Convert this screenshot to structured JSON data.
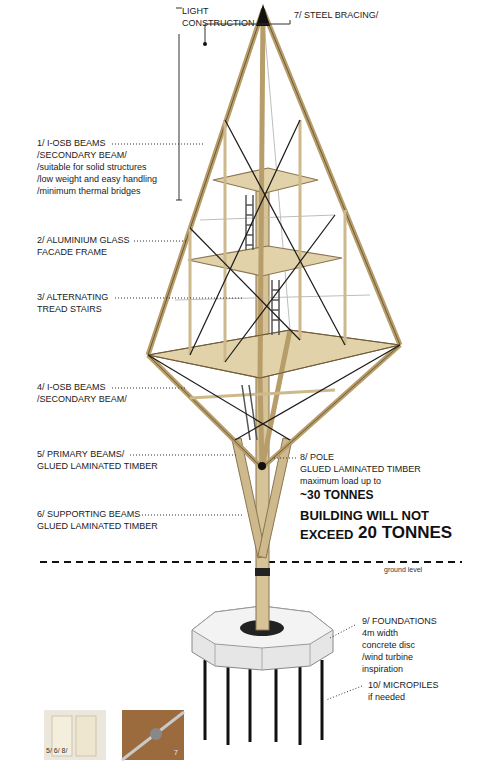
{
  "diagram": {
    "labels": [
      "LIGHT",
      "CONSTRUCTION",
      "7/ STEEL BRACING/",
      "1/ I-OSB BEAMS",
      "/SECONDARY BEAM/",
      "/suitable for solid structures",
      "/low weight and easy handling",
      "/minimum thermal bridges",
      "2/ ALUMINIUM GLASS",
      "FACADE FRAME",
      "3/ ALTERNATING",
      "TREAD STAIRS",
      "4/ I-OSB BEAMS",
      "/SECONDARY BEAM/",
      "5/ PRIMARY BEAMS/",
      "GLUED LAMINATED TIMBER",
      "6/ SUPPORTING BEAMS",
      "GLUED LAMINATED TIMBER",
      "8/ POLE",
      "GLUED LAMINATED TIMBER",
      "maximum load up to",
      "~30 TONNES",
      "BUILDING WILL NOT",
      "EXCEED",
      "20 TONNES",
      "ground level",
      "9/ FOUNDATIONS",
      "4m width",
      "concrete disc",
      "/wind turbine",
      "inspiration",
      "10/ MICROPILES",
      "if needed",
      "5/ 6/ 8/",
      "7"
    ]
  }
}
